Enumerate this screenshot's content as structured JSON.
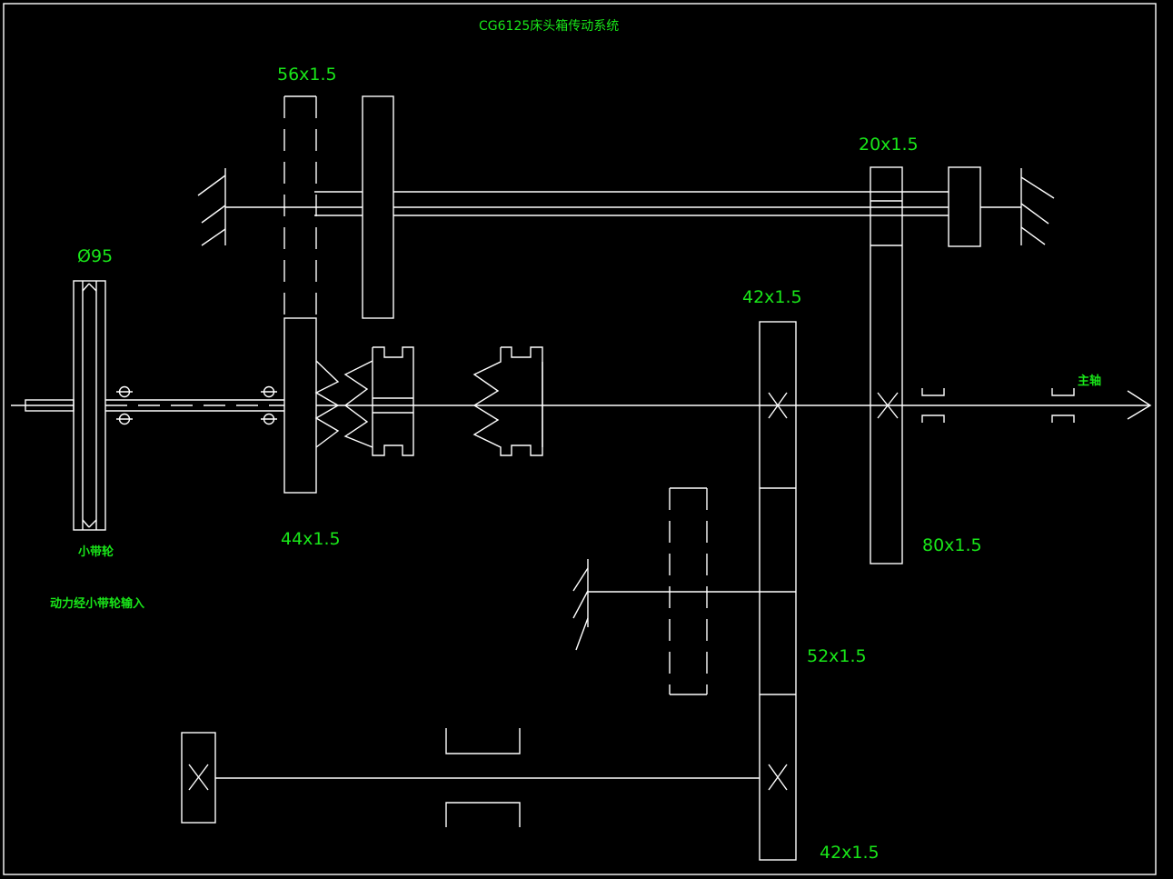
{
  "title": "CG6125床头箱传动系统",
  "colors": {
    "background": "#000000",
    "lines": "#ffffff",
    "labels": "#19e619"
  },
  "labels": {
    "gear_56": "56x1.5",
    "gear_20": "20x1.5",
    "pulley_dia": "Ø95",
    "gear_42_upper": "42x1.5",
    "gear_44": "44x1.5",
    "gear_80": "80x1.5",
    "gear_52": "52x1.5",
    "gear_42_lower": "42x1.5",
    "pulley_name": "小带轮",
    "power_input": "动力经小带轮输入",
    "spindle": "主轴"
  }
}
